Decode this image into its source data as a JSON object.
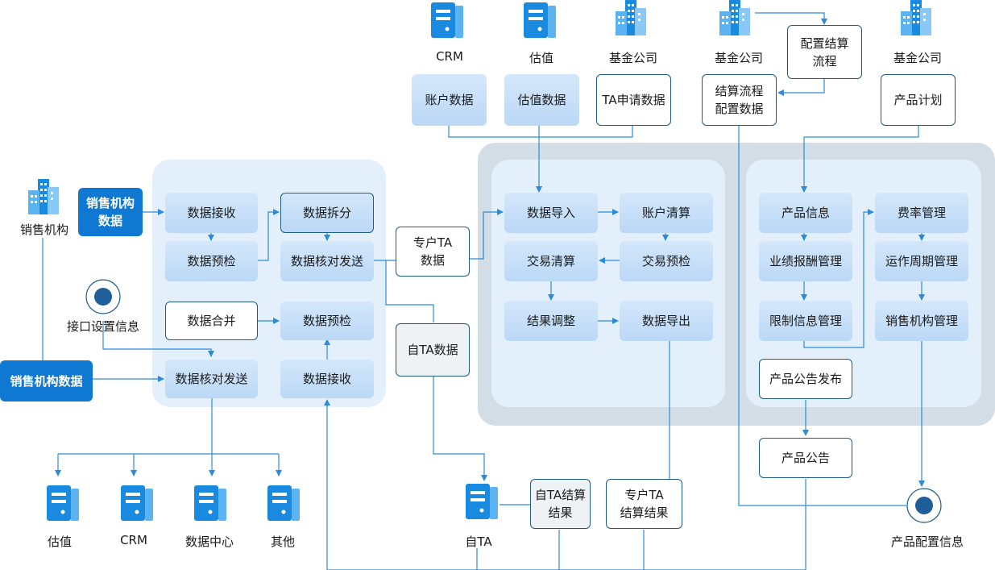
{
  "icons": {
    "top_crm": "CRM",
    "top_valuation": "估值",
    "top_fund_1": "基金公司",
    "top_fund_2": "基金公司",
    "top_fund_3": "基金公司",
    "left_sales": "销售机构",
    "bottom_valuation": "估值",
    "bottom_crm": "CRM",
    "bottom_datacenter": "数据中心",
    "bottom_other": "其他",
    "bottom_self_ta": "自TA"
  },
  "circles": {
    "interface_settings": "接口设置信息",
    "product_config": "产品配置信息"
  },
  "top_boxes": {
    "account_data": "账户数据",
    "valuation_data": "估值数据",
    "ta_apply": "TA申请数据",
    "settle_config": [
      "结算流程",
      "配置数据"
    ],
    "config_settle": [
      "配置结算",
      "流程"
    ],
    "product_plan": "产品计划"
  },
  "left": {
    "sales_data_top": [
      "销售机构",
      "数据"
    ],
    "sales_data_bottom": "销售机构数据",
    "receive": "数据接收",
    "precheck": "数据预检",
    "split": "数据拆分",
    "check_send": "数据核对发送",
    "merge": "数据合并",
    "precheck2": "数据预检",
    "check_send2": "数据核对发送",
    "receive2": "数据接收"
  },
  "middle": {
    "dedicated_ta": [
      "专户TA",
      "数据"
    ],
    "self_ta": "自TA数据",
    "self_ta_result": [
      "自TA结算",
      "结果"
    ],
    "dedicated_ta_result": [
      "专户TA",
      "结算结果"
    ]
  },
  "ta_panel": {
    "import": "数据导入",
    "account_clear": "账户清算",
    "trade_clear": "交易清算",
    "trade_precheck": "交易预检",
    "adjust": "结果调整",
    "export": "数据导出"
  },
  "product_panel": {
    "product_info": "产品信息",
    "fee_mgmt": "费率管理",
    "perf_fee": "业绩报酬管理",
    "cycle_mgmt": "运作周期管理",
    "limit_info": "限制信息管理",
    "sales_mgmt": "销售机构管理",
    "announce_publish": "产品公告发布",
    "announce": "产品公告"
  },
  "colors": {
    "accent": "#0f78d2",
    "line": "#2d8ad8",
    "panel_light": "#e3f0fc",
    "panel_gray": "#d3dde6",
    "box_blue": "#c6dff7"
  }
}
